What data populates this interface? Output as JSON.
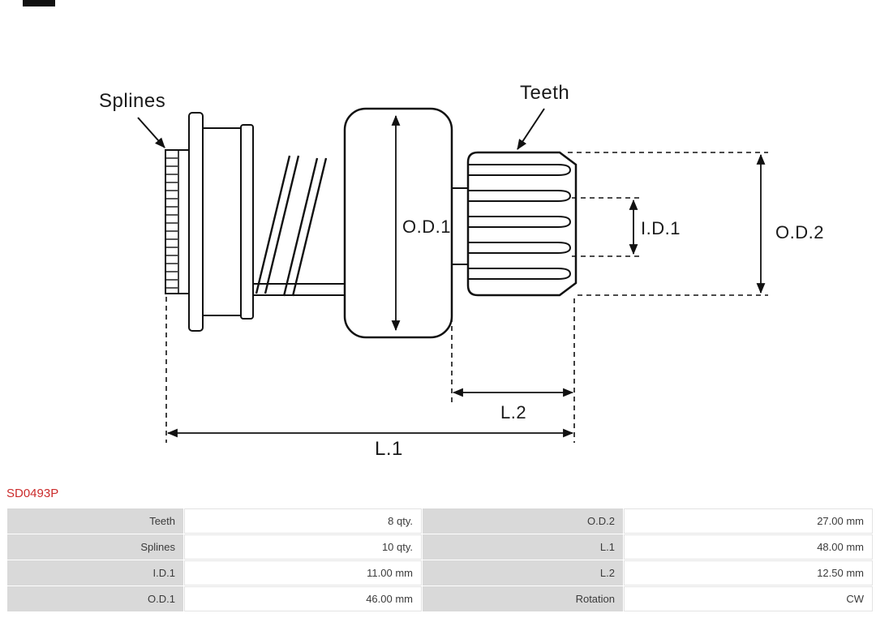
{
  "part_number": "SD0493P",
  "diagram": {
    "labels": {
      "splines": "Splines",
      "teeth": "Teeth",
      "od1": "O.D.1",
      "id1": "I.D.1",
      "od2": "O.D.2",
      "l2": "L.2",
      "l1": "L.1"
    }
  },
  "table": {
    "rows": [
      [
        "Teeth",
        "8 qty.",
        "O.D.2",
        "27.00 mm"
      ],
      [
        "Splines",
        "10 qty.",
        "L.1",
        "48.00 mm"
      ],
      [
        "I.D.1",
        "11.00 mm",
        "L.2",
        "12.50 mm"
      ],
      [
        "O.D.1",
        "46.00 mm",
        "Rotation",
        "CW"
      ]
    ]
  },
  "colors": {
    "part_number_red": "#cb2b2b",
    "table_label_bg": "#d9d9d9",
    "table_value_border": "#e3e3e3",
    "drawing_line": "#111111"
  }
}
